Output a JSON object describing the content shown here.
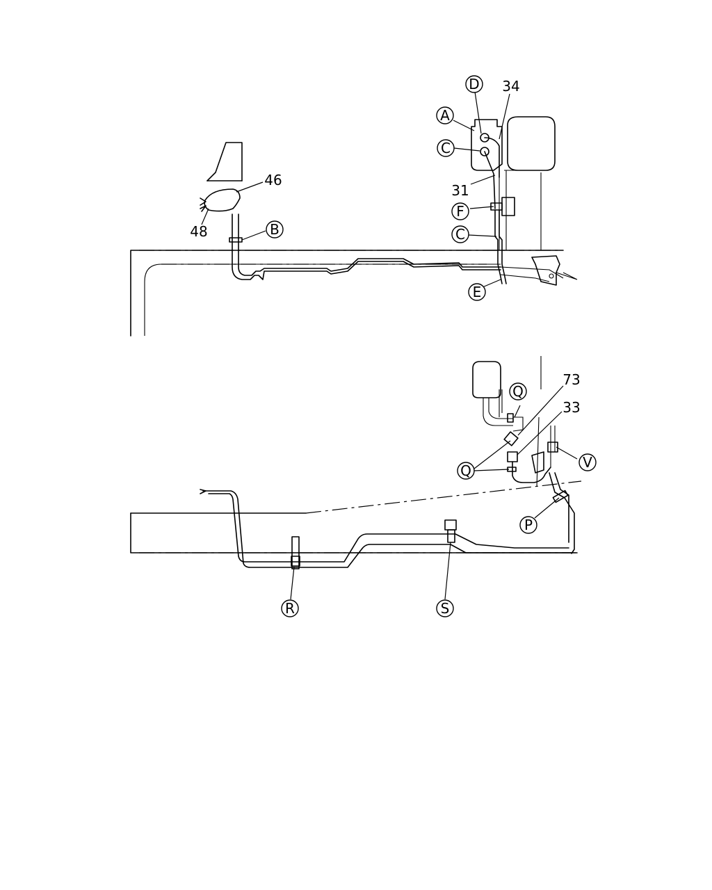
{
  "diagram": {
    "callouts": {
      "A": "A",
      "B": "B",
      "C_top": "C",
      "C_mid": "C",
      "D": "D",
      "E": "E",
      "F": "F",
      "P": "P",
      "Q_top": "Q",
      "Q_bottom": "Q",
      "R": "R",
      "S": "S",
      "V": "V"
    },
    "part_numbers": {
      "p34": "34",
      "p31": "31",
      "p46": "46",
      "p48": "48",
      "p73": "73",
      "p33": "33"
    }
  }
}
